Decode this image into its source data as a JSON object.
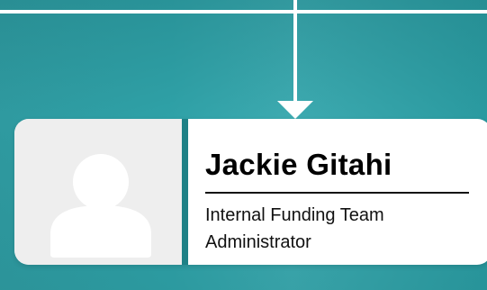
{
  "profile_card": {
    "name": "Jackie Gitahi",
    "role_lines": [
      "Internal Funding Team",
      "Administrator"
    ]
  },
  "icons": {
    "avatar": "person-silhouette-icon",
    "connector_arrow": "arrow-down-icon"
  },
  "colors": {
    "background": "#2fa1a7",
    "card": "#ffffff",
    "avatar_panel": "#eeeeee",
    "avatar_silhouette": "#ffffff",
    "connector": "#ffffff"
  }
}
